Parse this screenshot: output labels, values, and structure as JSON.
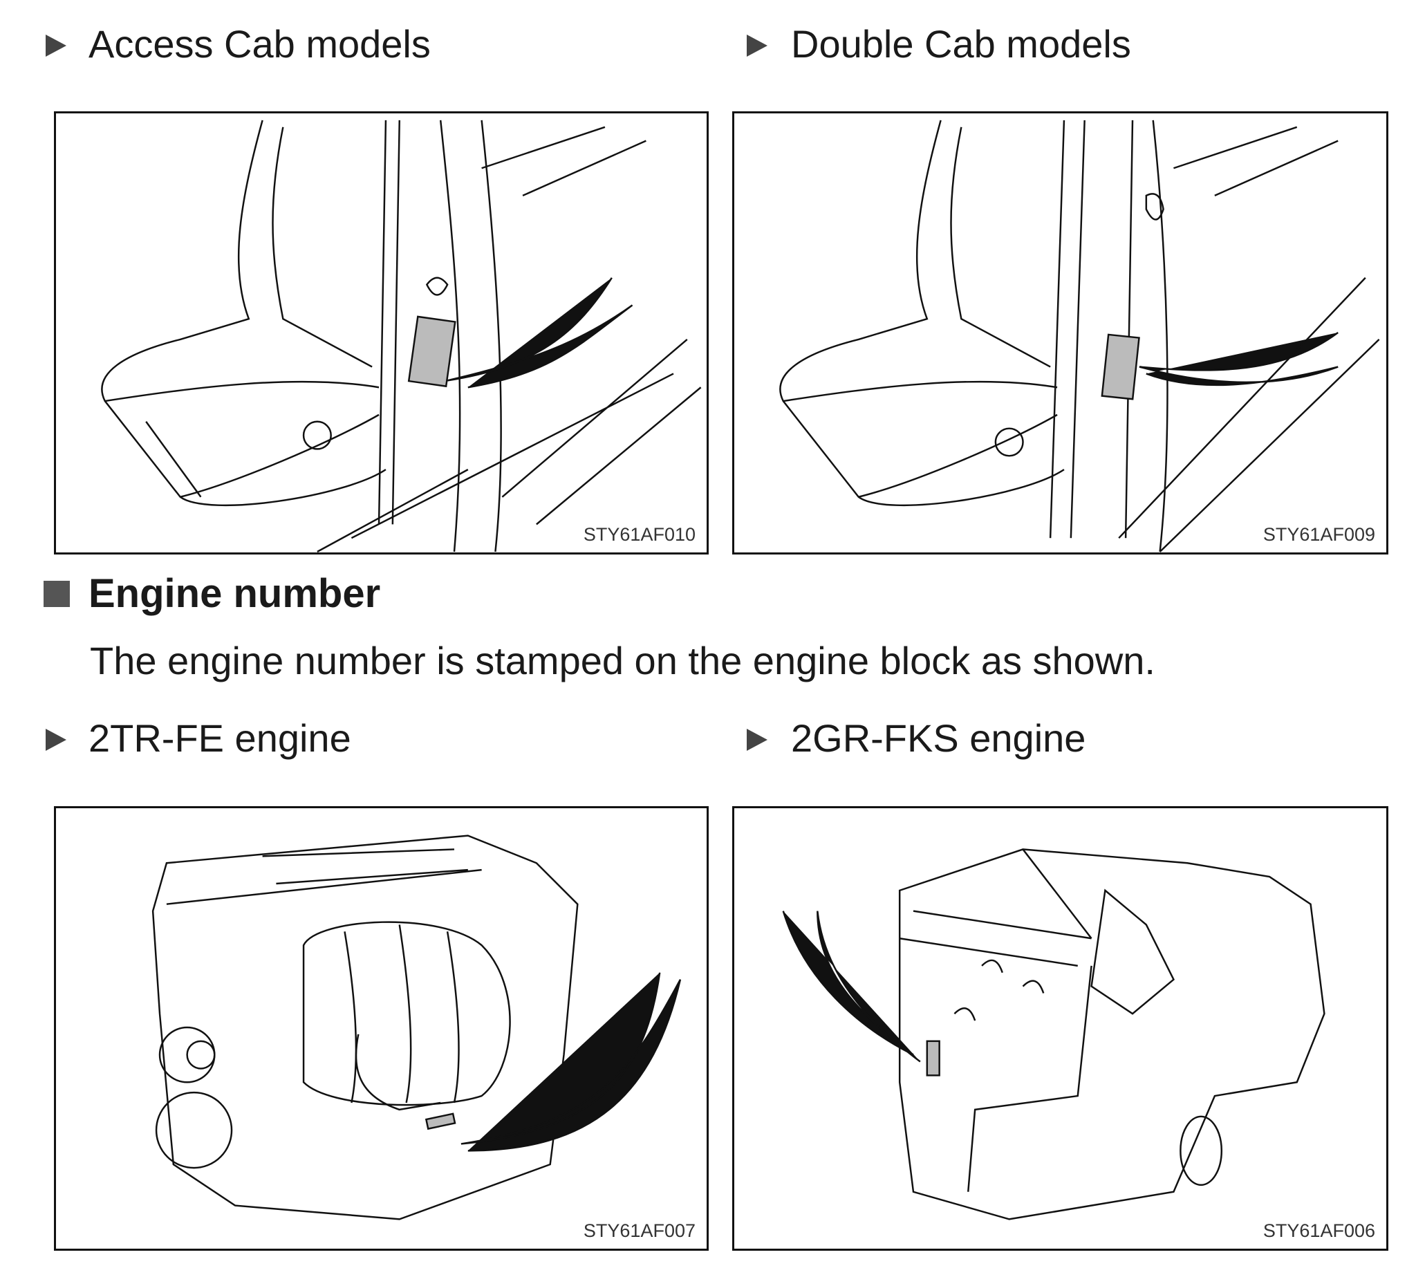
{
  "sections": {
    "access_cab": {
      "heading": "Access Cab models",
      "figure_code": "STY61AF010"
    },
    "double_cab": {
      "heading": "Double Cab models",
      "figure_code": "STY61AF009"
    },
    "engine_number": {
      "heading": "Engine number",
      "description": "The engine number is stamped on the engine block as shown."
    },
    "engine_2tr": {
      "heading": "2TR-FE engine",
      "figure_code": "STY61AF007"
    },
    "engine_2gr": {
      "heading": "2GR-FKS engine",
      "figure_code": "STY61AF006"
    }
  },
  "icons": {
    "subheading_marker": "triangle-right-icon",
    "section_marker": "square-icon"
  },
  "colors": {
    "marker": "#444444",
    "label_fill": "#bbbbbb"
  }
}
